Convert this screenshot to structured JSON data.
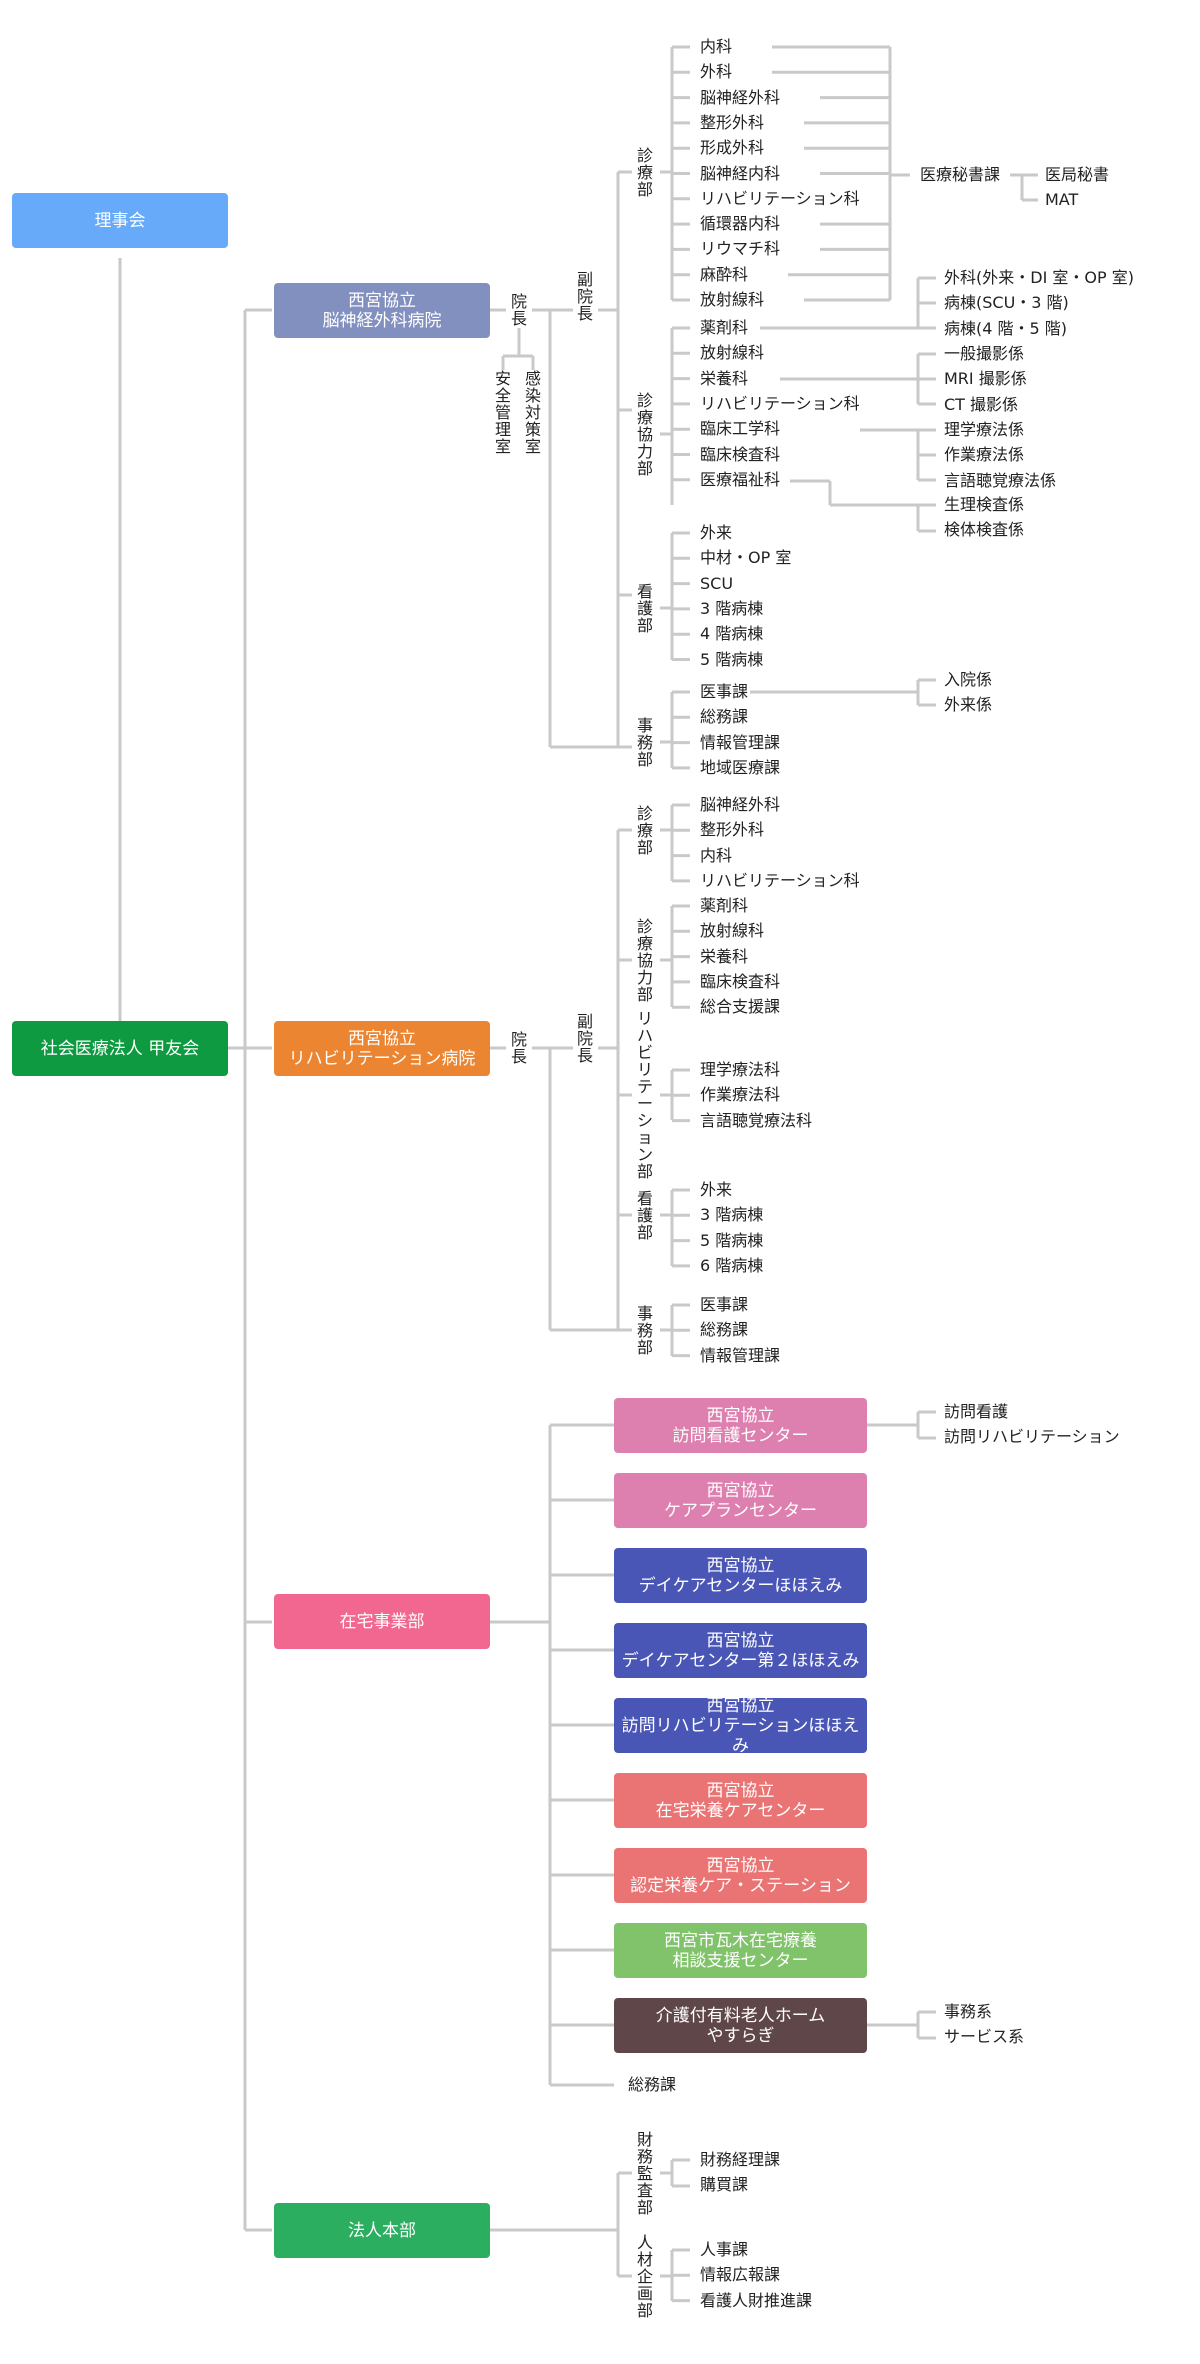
{
  "colors": {
    "board": "#66aaf9",
    "corporation": "#0e9a41",
    "hospital1": "#8290bf",
    "hospital2": "#ec8531",
    "homecare": "#f2678f",
    "headquarters": "#2cae60",
    "pink": "#dd80b0",
    "indigo": "#4a56b6",
    "salmon": "#ea7373",
    "green": "#80c36b",
    "brown": "#5f4648",
    "line": "#c9c9c9"
  },
  "board": "理事会",
  "corporation": "社会医療法人 甲友会",
  "hospital1": {
    "name_line1": "西宮協立",
    "name_line2": "脳神経外科病院",
    "director": "院長",
    "vice_director": "副院長",
    "safety_office": "安全管理室",
    "infection_office": "感染対策室",
    "medical_dept": {
      "title": "診療部",
      "items": [
        "内科",
        "外科",
        "脳神経外科",
        "整形外科",
        "形成外科",
        "脳神経内科",
        "リハビリテーション科",
        "循環器内科",
        "リウマチ科",
        "麻酔科",
        "放射線科"
      ],
      "secretary": "医療秘書課",
      "secretary_items": [
        "医局秘書",
        "MAT"
      ]
    },
    "support_dept": {
      "title": "診療協力部",
      "items": [
        "薬剤科",
        "放射線科",
        "栄養科",
        "リハビリテーション科",
        "臨床工学科",
        "臨床検査科",
        "医療福祉科"
      ],
      "pharmacy_items": [
        "外科(外来・DI 室・OP 室)",
        "病棟(SCU・3 階)",
        "病棟(4 階・5 階)"
      ],
      "radiology_items": [
        "一般撮影係",
        "MRI 撮影係",
        "CT 撮影係"
      ],
      "rehab_items": [
        "理学療法係",
        "作業療法係",
        "言語聴覚療法係"
      ],
      "lab_items": [
        "生理検査係",
        "検体検査係"
      ]
    },
    "nursing_dept": {
      "title": "看護部",
      "items": [
        "外来",
        "中材・OP 室",
        "SCU",
        "3 階病棟",
        "4 階病棟",
        "5 階病棟"
      ]
    },
    "office_dept": {
      "title": "事務部",
      "items": [
        "医事課",
        "総務課",
        "情報管理課",
        "地域医療課"
      ],
      "medical_affairs_items": [
        "入院係",
        "外来係"
      ]
    }
  },
  "hospital2": {
    "name_line1": "西宮協立",
    "name_line2": "リハビリテーション病院",
    "director": "院長",
    "vice_director": "副院長",
    "medical_dept": {
      "title": "診療部",
      "items": [
        "脳神経外科",
        "整形外科",
        "内科",
        "リハビリテーション科"
      ]
    },
    "support_dept": {
      "title": "診療協力部",
      "items": [
        "薬剤科",
        "放射線科",
        "栄養科",
        "臨床検査科",
        "総合支援課"
      ]
    },
    "rehab_dept": {
      "title": "リハビリテーション部",
      "items": [
        "理学療法科",
        "作業療法科",
        "言語聴覚療法科"
      ]
    },
    "nursing_dept": {
      "title": "看護部",
      "items": [
        "外来",
        "3 階病棟",
        "5 階病棟",
        "6 階病棟"
      ]
    },
    "office_dept": {
      "title": "事務部",
      "items": [
        "医事課",
        "総務課",
        "情報管理課"
      ]
    }
  },
  "homecare": {
    "name": "在宅事業部",
    "facilities": [
      {
        "line1": "西宮協立",
        "line2": "訪問看護センター",
        "color": "#dd80b0"
      },
      {
        "line1": "西宮協立",
        "line2": "ケアプランセンター",
        "color": "#dd80b0"
      },
      {
        "line1": "西宮協立",
        "line2": "デイケアセンターほほえみ",
        "color": "#4a56b6"
      },
      {
        "line1": "西宮協立",
        "line2": "デイケアセンター第２ほほえみ",
        "color": "#4a56b6"
      },
      {
        "line1": "西宮協立",
        "line2": "訪問リハビリテーションほほえみ",
        "color": "#4a56b6"
      },
      {
        "line1": "西宮協立",
        "line2": "在宅栄養ケアセンター",
        "color": "#ea7373"
      },
      {
        "line1": "西宮協立",
        "line2": "認定栄養ケア・ステーション",
        "color": "#ea7373"
      },
      {
        "line1": "西宮市瓦木在宅療養",
        "line2": "相談支援センター",
        "color": "#80c36b"
      },
      {
        "line1": "介護付有料老人ホーム",
        "line2": "やすらぎ",
        "color": "#5f4648"
      }
    ],
    "visiting_nursing_items": [
      "訪問看護",
      "訪問リハビリテーション"
    ],
    "nursing_home_items": [
      "事務系",
      "サービス系"
    ],
    "general_affairs": "総務課"
  },
  "headquarters": {
    "name": "法人本部",
    "finance_dept": {
      "title": "財務監査部",
      "items": [
        "財務経理課",
        "購買課"
      ]
    },
    "hr_dept": {
      "title": "人材企画部",
      "items": [
        "人事課",
        "情報広報課",
        "看護人財推進課"
      ]
    }
  }
}
